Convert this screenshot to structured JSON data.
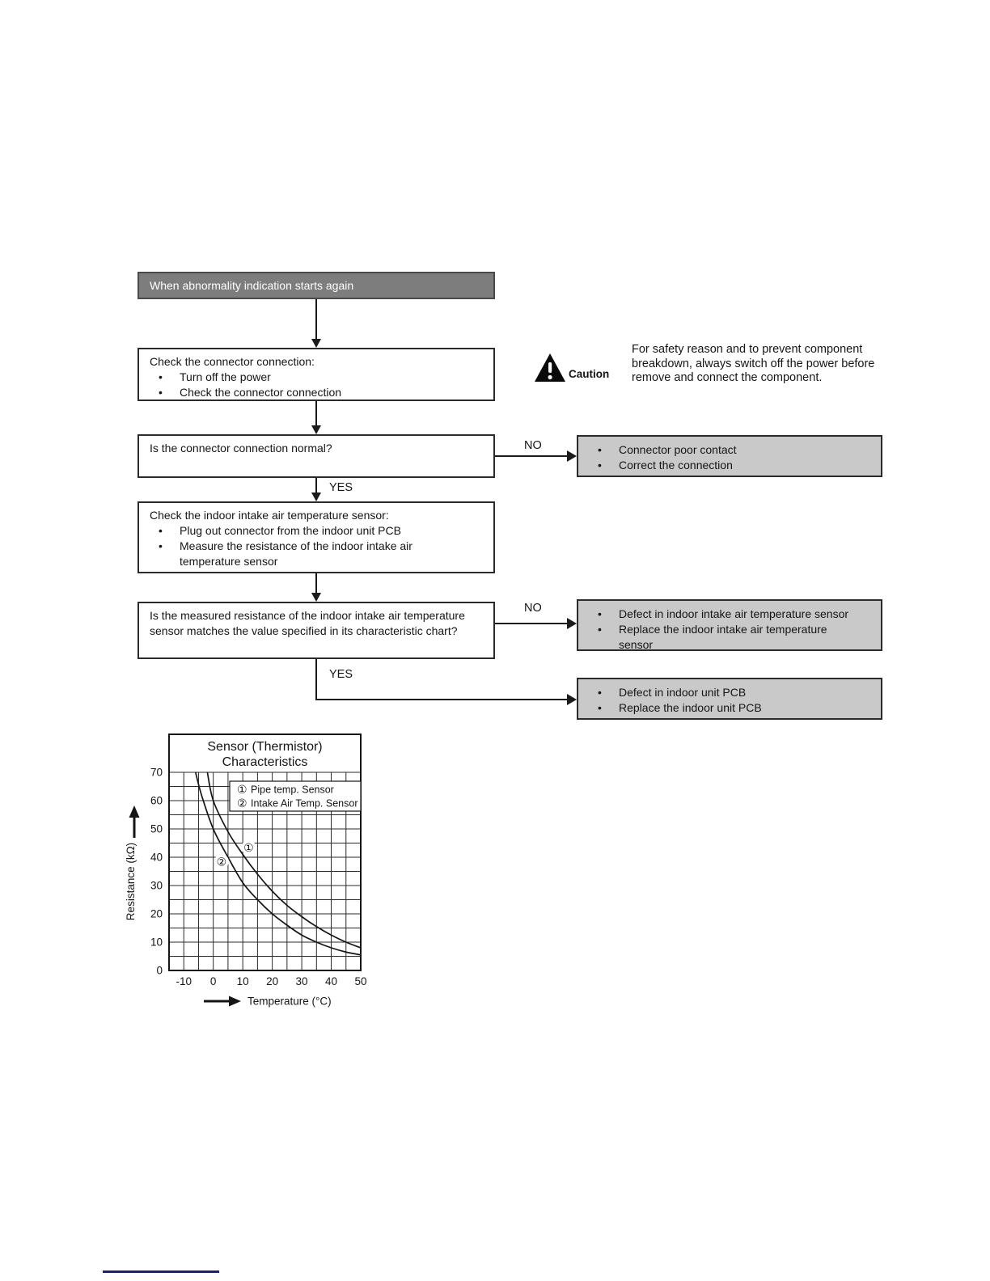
{
  "flow": {
    "start": {
      "label": "When abnormality indication starts again"
    },
    "check_connector": {
      "title": "Check the connector connection:",
      "items": [
        "Turn off the power",
        "Check the connector connection"
      ]
    },
    "q_connector": {
      "label": "Is the connector connection normal?"
    },
    "result_connector": {
      "items": [
        "Connector poor contact",
        "Correct the connection"
      ]
    },
    "check_sensor": {
      "title": "Check the indoor intake air temperature sensor:",
      "items": [
        "Plug out connector from the indoor unit PCB",
        "Measure the resistance of the indoor intake air temperature sensor"
      ]
    },
    "q_resistance": {
      "label": "Is the measured resistance of the indoor intake air temperature sensor matches the value specified in its characteristic chart?"
    },
    "result_sensor": {
      "items": [
        "Defect in indoor intake air temperature sensor",
        "Replace the indoor intake air temperature sensor"
      ]
    },
    "result_pcb": {
      "items": [
        "Defect in indoor unit PCB",
        "Replace the indoor unit PCB"
      ]
    },
    "labels": {
      "no": "NO",
      "yes": "YES"
    }
  },
  "caution": {
    "label": "Caution",
    "text": "For safety reason and to prevent component breakdown, always switch off the power before remove and connect the component."
  },
  "colors": {
    "box_border": "#2b2b2b",
    "header_fill": "#7d7d7d",
    "result_fill": "#c9c9c9",
    "footer_line": "#1b1b8e"
  },
  "chart_data": {
    "type": "line",
    "title": "Sensor (Thermistor) Characteristics",
    "title_lines": [
      "Sensor (Thermistor)",
      "Characteristics"
    ],
    "xlabel": "Temperature (°C)",
    "ylabel": "Resistance (kΩ)",
    "xlim": [
      -15,
      50
    ],
    "ylim": [
      0,
      70
    ],
    "x_ticks": [
      -10,
      0,
      10,
      20,
      30,
      40,
      50
    ],
    "y_ticks": [
      0,
      10,
      20,
      30,
      40,
      50,
      60,
      70
    ],
    "grid_step": 5,
    "grid": true,
    "legend_position": "top-right",
    "series": [
      {
        "marker": "①",
        "name": "Pipe temp. Sensor",
        "label_pos": [
          12,
          43.5
        ],
        "points": [
          [
            -2,
            70
          ],
          [
            0,
            60
          ],
          [
            5,
            49
          ],
          [
            10,
            41
          ],
          [
            15,
            34
          ],
          [
            20,
            28
          ],
          [
            25,
            23
          ],
          [
            30,
            19
          ],
          [
            35,
            15.5
          ],
          [
            40,
            12.5
          ],
          [
            45,
            10
          ],
          [
            50,
            8
          ]
        ]
      },
      {
        "marker": "②",
        "name": "Intake Air Temp. Sensor",
        "label_pos": [
          2.8,
          38.5
        ],
        "points": [
          [
            -6,
            70
          ],
          [
            -4,
            62
          ],
          [
            0,
            50
          ],
          [
            5,
            40
          ],
          [
            10,
            31
          ],
          [
            15,
            25
          ],
          [
            20,
            20
          ],
          [
            25,
            16
          ],
          [
            30,
            12.5
          ],
          [
            35,
            10
          ],
          [
            40,
            8
          ],
          [
            45,
            6.5
          ],
          [
            50,
            5.5
          ]
        ]
      }
    ]
  }
}
